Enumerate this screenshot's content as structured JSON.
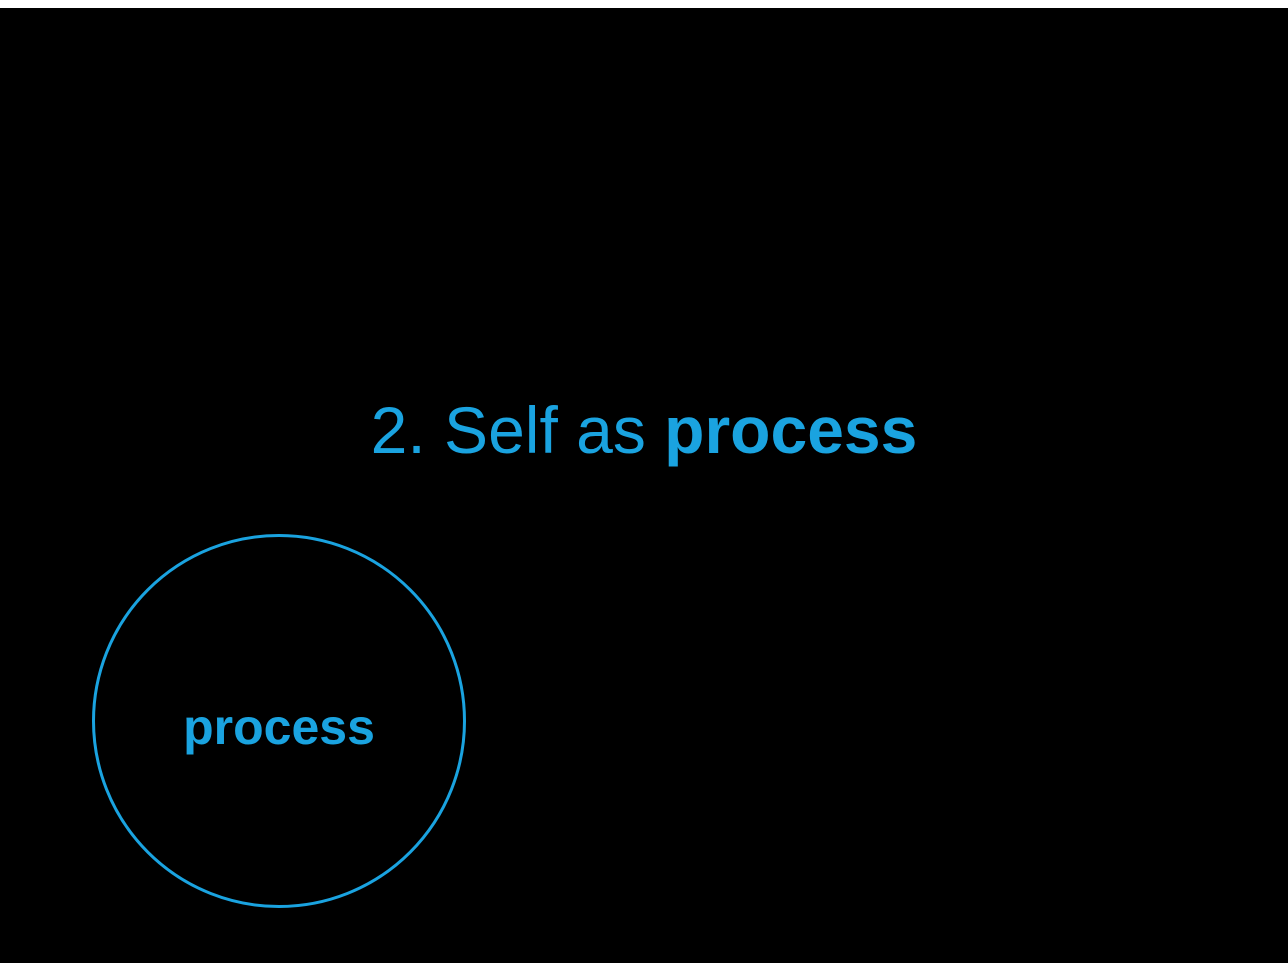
{
  "slide": {
    "title_prefix": "2. Self as ",
    "title_emphasis": "process",
    "circle_label": "process"
  },
  "colors": {
    "background": "#000000",
    "accent": "#1aa3e0"
  }
}
